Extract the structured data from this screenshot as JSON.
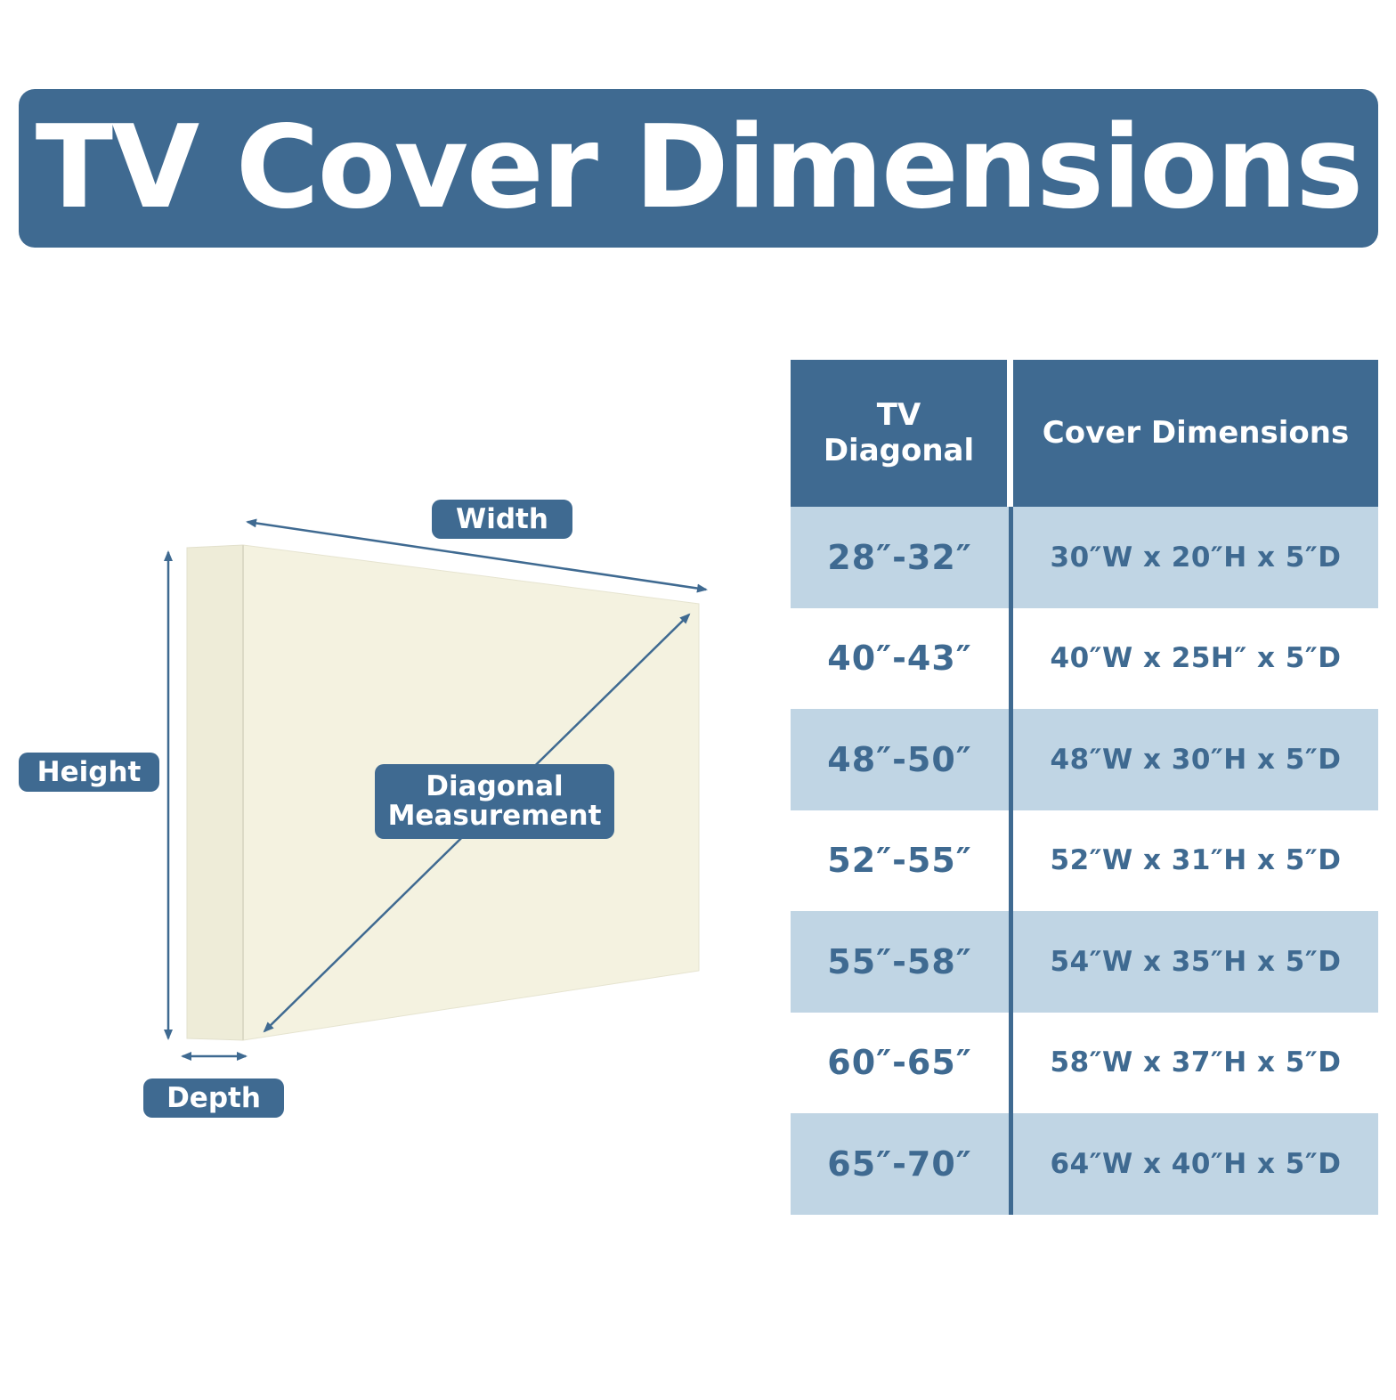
{
  "title": "TV Cover Dimensions",
  "diagram": {
    "width_label": "Width",
    "height_label": "Height",
    "depth_label": "Depth",
    "diagonal_label_line1": "Diagonal",
    "diagonal_label_line2": "Measurement"
  },
  "table": {
    "header_diag_line1": "TV",
    "header_diag_line2": "Diagonal",
    "header_cover": "Cover Dimensions",
    "rows": [
      {
        "diagonal": "28″-32″",
        "cover": "30″W x 20″H x 5″D"
      },
      {
        "diagonal": "40″-43″",
        "cover": "40″W x 25H″ x 5″D"
      },
      {
        "diagonal": "48″-50″",
        "cover": "48″W x 30″H x 5″D"
      },
      {
        "diagonal": "52″-55″",
        "cover": "52″W x 31″H x 5″D"
      },
      {
        "diagonal": "55″-58″",
        "cover": "54″W x 35″H x 5″D"
      },
      {
        "diagonal": "60″-65″",
        "cover": "58″W x 37″H x 5″D"
      },
      {
        "diagonal": "65″-70″",
        "cover": "64″W x 40″H x 5″D"
      }
    ]
  },
  "colors": {
    "accent": "#3f6a91",
    "row_shade": "#c0d5e4",
    "cover_fabric": "#f4f2e0"
  }
}
